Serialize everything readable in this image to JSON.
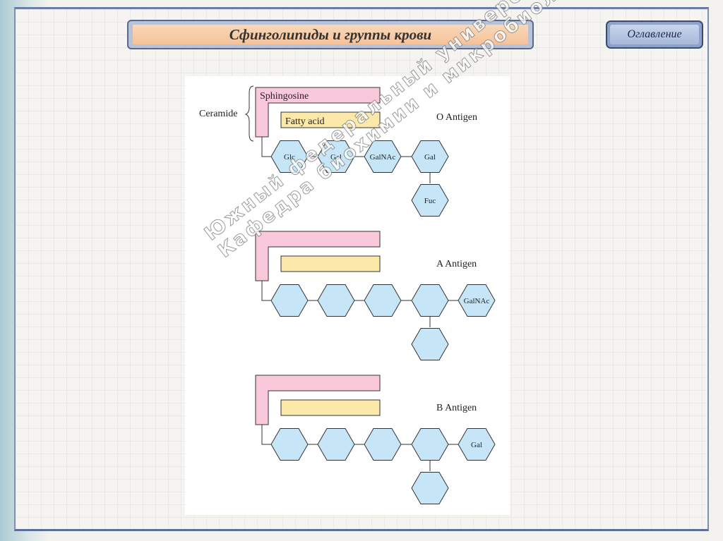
{
  "slide": {
    "title": "Сфинголипиды и группы крови",
    "toc_button": "Оглавление"
  },
  "figure": {
    "ceramide_label": "Ceramide",
    "sphingosine_label": "Sphingosine",
    "fatty_acid_label": "Fatty acid",
    "panels": [
      {
        "antigen": "O Antigen",
        "sugars": [
          "Glc",
          "Gal",
          "GalNAc",
          "Gal"
        ],
        "branch": "Fuc"
      },
      {
        "antigen": "A Antigen",
        "sugars": [
          "",
          "",
          "",
          "",
          "GalNAc"
        ],
        "branch": ""
      },
      {
        "antigen": "B Antigen",
        "sugars": [
          "",
          "",
          "",
          "",
          "Gal"
        ],
        "branch": ""
      }
    ],
    "colors": {
      "sphingosine": "#f9c9db",
      "fatty_acid": "#fce8a8",
      "sugar": "#c6e5f7",
      "outline": "#333333"
    }
  },
  "watermark": {
    "line1": "Южный федеральный университет",
    "line2": "Кафедра биохимии и микробиологии"
  }
}
